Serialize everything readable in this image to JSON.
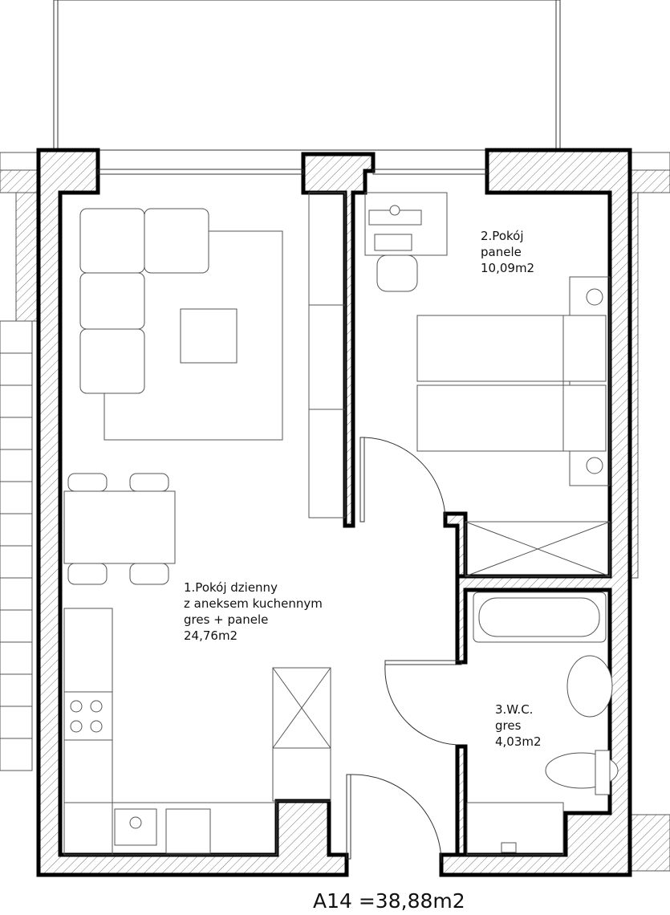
{
  "rooms": [
    {
      "name": "1.Pokój dzienny",
      "line2": "z aneksem kuchennym",
      "finish": "gres + panele",
      "area": "24,76m2"
    },
    {
      "name": "2.Pokój",
      "finish": "panele",
      "area": "10,09m2"
    },
    {
      "name": "3.W.C.",
      "finish": "gres",
      "area": "4,03m2"
    }
  ],
  "apartment": {
    "title": "A14 =38,88m2"
  },
  "colors": {
    "wall": "#000000",
    "line": "#555555"
  }
}
